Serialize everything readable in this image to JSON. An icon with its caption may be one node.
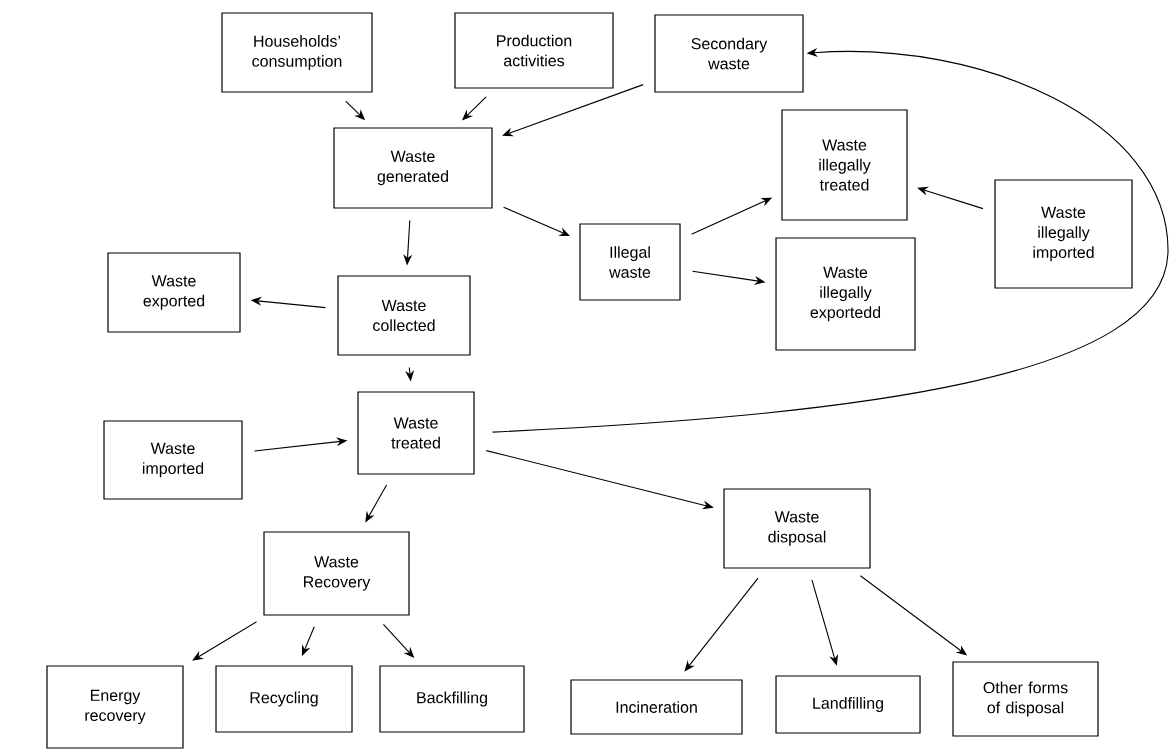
{
  "diagram": {
    "nodes": [
      {
        "text": [
          "Households’ consumption"
        ]
      },
      {
        "text": [
          "Production activities"
        ]
      },
      {
        "text": [
          "Secondary waste"
        ]
      },
      {
        "text": [
          "Waste generated"
        ]
      },
      {
        "text": [
          "Waste illegally treated"
        ]
      },
      {
        "text": [
          "Waste illegally imported"
        ]
      },
      {
        "text": [
          "Waste exported"
        ]
      },
      {
        "text": [
          "Waste collected"
        ]
      },
      {
        "text": [
          "Illegal waste"
        ]
      },
      {
        "text": [
          "Waste illegally exportedd"
        ]
      },
      {
        "text": [
          "Waste imported"
        ]
      },
      {
        "text": [
          "Waste treated"
        ]
      },
      {
        "text": [
          "Waste Recovery"
        ]
      },
      {
        "text": [
          "Waste disposal"
        ]
      },
      {
        "text": [
          "Energy recovery"
        ]
      },
      {
        "text": [
          "Recycling"
        ]
      },
      {
        "text": [
          "Backfilling"
        ]
      },
      {
        "text": [
          "Incineration"
        ]
      },
      {
        "text": [
          "Landfilling"
        ]
      },
      {
        "text": [
          "Other forms of disposal"
        ]
      }
    ],
    "edges": [
      {
        "from": 0,
        "to": 3,
        "arrow": "to"
      },
      {
        "from": 1,
        "to": 3,
        "arrow": "to"
      },
      {
        "from": 2,
        "to": 3,
        "arrow": "to"
      },
      {
        "from": 3,
        "to": 7,
        "arrow": "to"
      },
      {
        "from": 3,
        "to": 8,
        "arrow": "to"
      },
      {
        "from": 8,
        "to": 4,
        "arrow": "to"
      },
      {
        "from": 8,
        "to": 9,
        "arrow": "to"
      },
      {
        "from": 5,
        "to": 4,
        "arrow": "to"
      },
      {
        "from": 7,
        "to": 6,
        "arrow": "to"
      },
      {
        "from": 7,
        "to": 11,
        "arrow": "to"
      },
      {
        "from": 10,
        "to": 11,
        "arrow": "to"
      },
      {
        "from": 11,
        "to": 2,
        "arrow": "to"
      },
      {
        "from": 11,
        "to": 12,
        "arrow": "to"
      },
      {
        "from": 11,
        "to": 13,
        "arrow": "to"
      },
      {
        "from": 12,
        "to": 14,
        "arrow": "to"
      },
      {
        "from": 12,
        "to": 15,
        "arrow": "to"
      },
      {
        "from": 12,
        "to": 16,
        "arrow": "to"
      },
      {
        "from": 13,
        "to": 17,
        "arrow": "to"
      },
      {
        "from": 13,
        "to": 18,
        "arrow": "to"
      },
      {
        "from": 13,
        "to": 19,
        "arrow": "to"
      }
    ]
  }
}
